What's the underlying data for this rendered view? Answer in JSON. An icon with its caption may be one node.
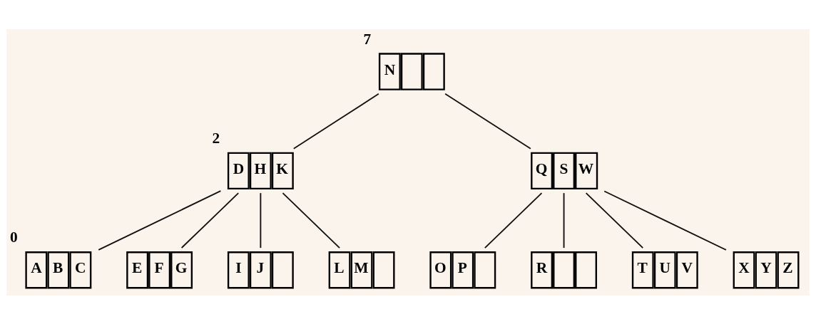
{
  "diagram": {
    "nodes": [
      {
        "text": [
          "N"
        ],
        "beside": [
          "7"
        ]
      },
      {
        "text": [
          "D",
          "H",
          "K"
        ],
        "beside": [
          "2"
        ]
      },
      {
        "text": [
          "Q",
          "S",
          "W"
        ]
      },
      {
        "text": [
          "A",
          "B",
          "C"
        ],
        "beside": [
          "0"
        ]
      },
      {
        "text": [
          "E",
          "F",
          "G"
        ]
      },
      {
        "text": [
          "I",
          "J"
        ]
      },
      {
        "text": [
          "L",
          "M"
        ]
      },
      {
        "text": [
          "O",
          "P"
        ]
      },
      {
        "text": [
          "R"
        ]
      },
      {
        "text": [
          "T",
          "U",
          "V"
        ]
      },
      {
        "text": [
          "X",
          "Y",
          "Z"
        ]
      }
    ],
    "edges": [
      {
        "from": 0,
        "to": 1,
        "arrow": "none"
      },
      {
        "from": 0,
        "to": 2,
        "arrow": "none"
      },
      {
        "from": 1,
        "to": 3,
        "arrow": "none"
      },
      {
        "from": 1,
        "to": 4,
        "arrow": "none"
      },
      {
        "from": 1,
        "to": 5,
        "arrow": "none"
      },
      {
        "from": 1,
        "to": 6,
        "arrow": "none"
      },
      {
        "from": 2,
        "to": 7,
        "arrow": "none"
      },
      {
        "from": 2,
        "to": 8,
        "arrow": "none"
      },
      {
        "from": 2,
        "to": 9,
        "arrow": "none"
      },
      {
        "from": 2,
        "to": 10,
        "arrow": "none"
      }
    ]
  }
}
